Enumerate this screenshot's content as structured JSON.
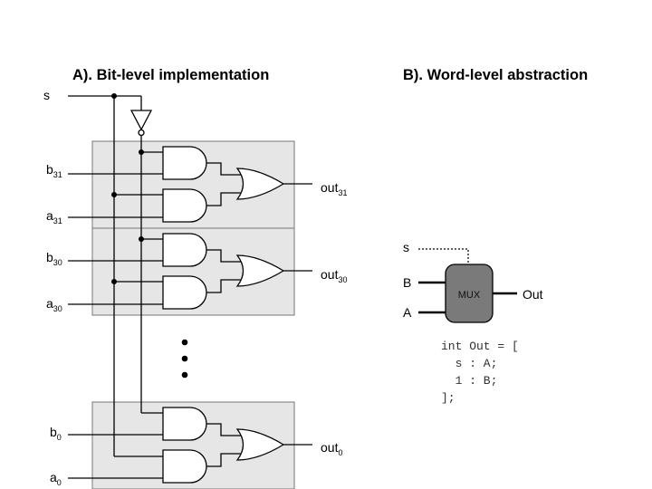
{
  "panel_a": {
    "title": "A). Bit-level implementation",
    "select_label": "s",
    "bits": [
      {
        "b_base": "b",
        "b_sub": "31",
        "a_base": "a",
        "a_sub": "31",
        "out_base": "out",
        "out_sub": "31"
      },
      {
        "b_base": "b",
        "b_sub": "30",
        "a_base": "a",
        "a_sub": "30",
        "out_base": "out",
        "out_sub": "30"
      },
      {
        "b_base": "b",
        "b_sub": "0",
        "a_base": "a",
        "a_sub": "0",
        "out_base": "out",
        "out_sub": "0"
      }
    ]
  },
  "panel_b": {
    "title": "B). Word-level abstraction",
    "select_label": "s",
    "input_b": "B",
    "input_a": "A",
    "mux_label": "MUX",
    "output_label": "Out",
    "code": [
      "int Out = [",
      "  s : A;",
      "  1 : B;",
      "];"
    ]
  }
}
